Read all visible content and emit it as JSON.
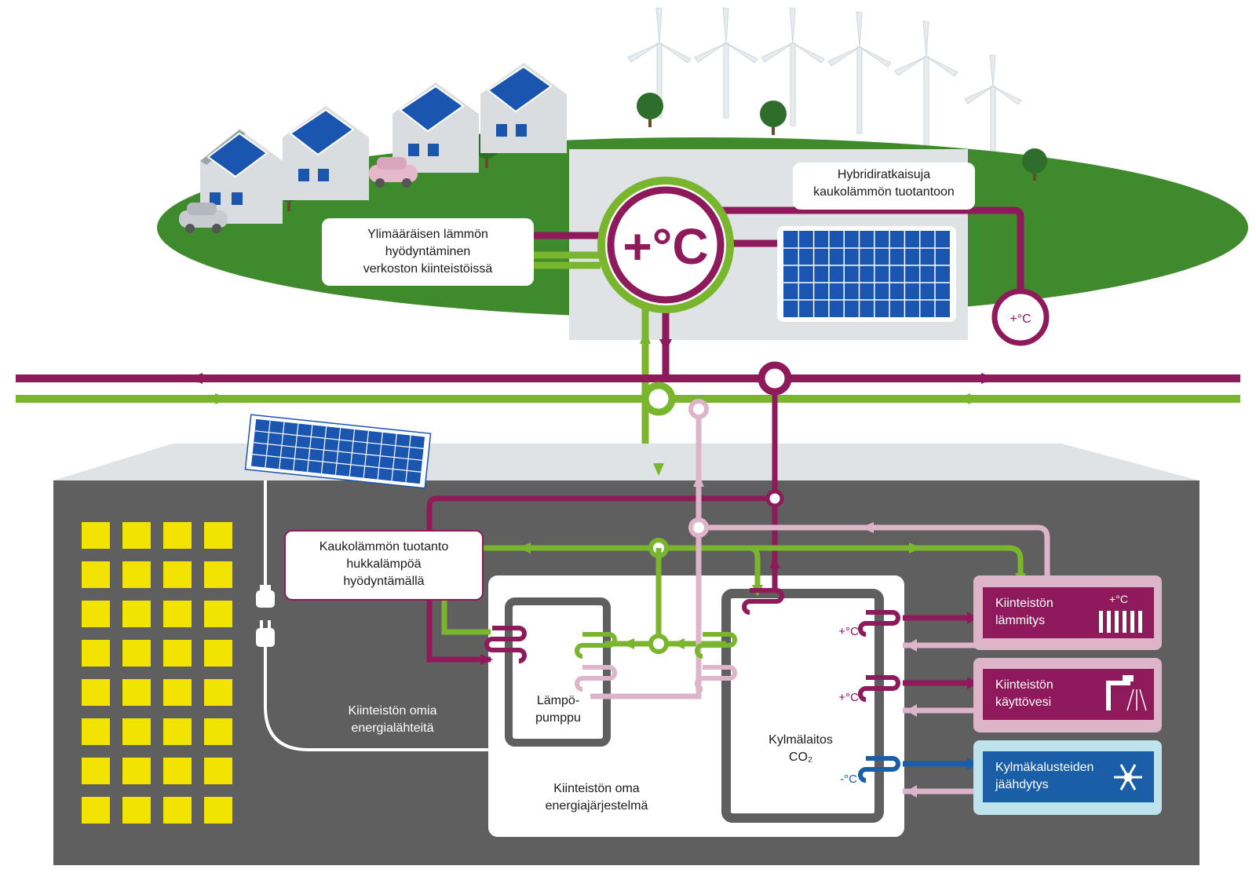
{
  "colors": {
    "green": "#7ab52e",
    "magenta": "#8e1a5c",
    "pink": "#ddb4c8",
    "blue": "#1a5ea8",
    "dark_gray": "#5f5f5f",
    "light_gray": "#dfe3e6",
    "grass": "#3f8a2c",
    "yellow": "#f2e400",
    "panel_blue": "#1a56b0"
  },
  "labels": {
    "hybrid_line1": "Hybridiratkaisuja",
    "hybrid_line2": "kaukolämmön tuotantoon",
    "excess_line1": "Ylimääräisen lämmön",
    "excess_line2": "hyödyntäminen",
    "excess_line3": "verkoston kiinteistöissä",
    "big_temp": "+°C",
    "small_temp": "+°C",
    "dh_prod_line1": "Kaukolämmön tuotanto",
    "dh_prod_line2": "hukkalämpöä",
    "dh_prod_line3": "hyödyntämällä",
    "own_sources_line1": "Kiinteistön omia",
    "own_sources_line2": "energialähteitä",
    "heat_pump_line1": "Lämpö-",
    "heat_pump_line2": "pumppu",
    "own_system_line1": "Kiinteistön oma",
    "own_system_line2": "energiajärjestelmä",
    "refrig_line1": "Kylmälaitos",
    "refrig_line2": "CO₂",
    "temp_plus_1": "+°C",
    "temp_plus_2": "+°C",
    "temp_minus": "-°C",
    "heating_line1": "Kiinteistön",
    "heating_line2": "lämmitys",
    "heating_temp": "+°C",
    "water_line1": "Kiinteistön",
    "water_line2": "käyttövesi",
    "cooling_line1": "Kylmäkalusteiden",
    "cooling_line2": "jäähdytys"
  },
  "icons": {
    "houses": "house-with-solar-roof-icon",
    "car": "electric-car-icon",
    "tree": "tree-icon",
    "wind": "wind-turbine-icon",
    "solar": "solar-panel-icon",
    "plug": "power-plug-icon",
    "radiator": "radiator-icon",
    "tap": "water-tap-icon",
    "snowflake": "snowflake-icon",
    "coil": "heat-exchanger-coil-icon"
  }
}
